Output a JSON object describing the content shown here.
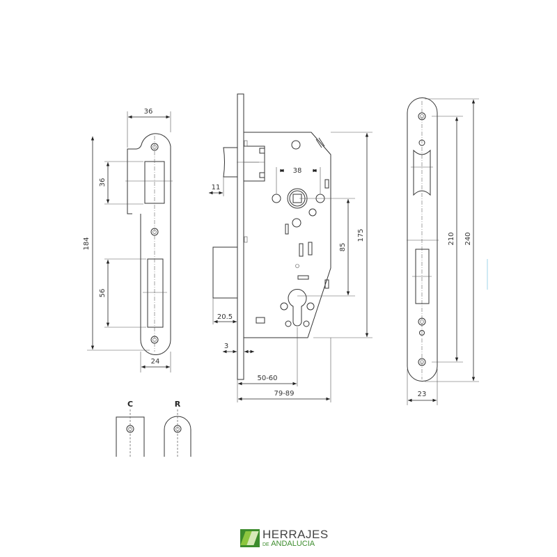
{
  "strike_plate": {
    "dims": {
      "width_top": "36",
      "height": "184",
      "latch_opening": "36",
      "bolt_opening": "56",
      "width_bottom": "24"
    }
  },
  "end_variants": {
    "square": "C",
    "round": "R"
  },
  "lock_body": {
    "dims": {
      "handle_hole_spacing": "38",
      "latch_projection": "11",
      "center_distance": "85",
      "case_height": "175",
      "deadbolt_projection": "20.5",
      "faceplate_thickness": "3",
      "backset": "50-60",
      "case_depth": "79-89"
    }
  },
  "faceplate": {
    "dims": {
      "screw_spacing": "210",
      "length": "240",
      "width": "23"
    }
  },
  "logo": {
    "line1": "HERRAJES",
    "line2_prefix": "DE",
    "line2": "ANDALUCIA",
    "mark_color": "#3c8c2c",
    "accent_color": "#8cc63f"
  }
}
